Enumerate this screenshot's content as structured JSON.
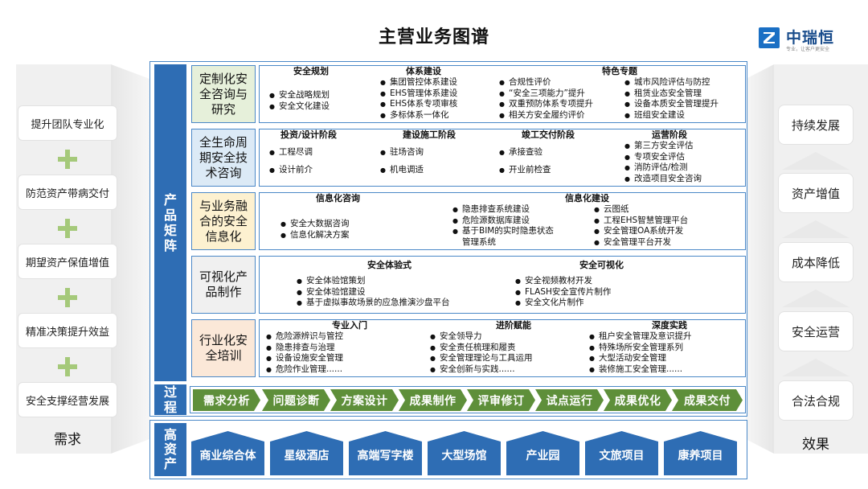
{
  "title": "主营业务图谱",
  "logo": {
    "name": "中瑞恒",
    "slogan": "专业，让客户更安全",
    "brand_color": "#1a6fc4"
  },
  "left_panel": {
    "items": [
      "提升团队专业化",
      "防范资产带病交付",
      "期望资产保值增值",
      "精准决策提升效益",
      "安全支撑经营发展"
    ],
    "caption": "需求",
    "plus_color": "#a5c97a"
  },
  "right_panel": {
    "items": [
      "持续发展",
      "资产增值",
      "成本降低",
      "安全运营",
      "合法合规"
    ],
    "caption": "效果"
  },
  "matrix_label": "产品矩阵",
  "process_label": "过程",
  "asset_label": "高资产",
  "rows": [
    {
      "category": "定制化安全咨询与研究",
      "sections": [
        {
          "heading": "安全规划",
          "items": [
            "安全战略规划",
            "安全文化建设"
          ]
        },
        {
          "heading": "体系建设",
          "items": [
            "集团管控体系建设",
            "EHS管理体系建设",
            "EHS体系专项审核",
            "多标体系一体化"
          ]
        },
        {
          "heading": "特色专题",
          "items": []
        },
        {
          "heading": "",
          "items": [
            "合规性评价",
            "“安全三项能力”提升",
            "双重预防体系专项提升",
            "相关方安全履约评价"
          ]
        },
        {
          "heading": "",
          "items": [
            "城市风险评估与防控",
            "租赁业态安全管理",
            "设备本质安全管理提升",
            "班组安全建设"
          ]
        }
      ]
    },
    {
      "category": "全生命周期安全技术咨询",
      "sections": [
        {
          "heading": "投资/设计阶段",
          "items": [
            "工程尽调",
            "设计前介"
          ]
        },
        {
          "heading": "建设施工阶段",
          "items": [
            "驻场咨询",
            "机电调适"
          ]
        },
        {
          "heading": "竣工交付阶段",
          "items": [
            "承接查验",
            "开业前检查"
          ]
        },
        {
          "heading": "运营阶段",
          "items": [
            "第三方安全评估",
            "专项安全评估",
            "消防评估/检测",
            "改造项目安全咨询"
          ]
        }
      ]
    },
    {
      "category": "与业务融合的安全信息化",
      "sections": [
        {
          "heading": "信息化咨询",
          "items": [
            "安全大数据咨询",
            "信息化解决方案"
          ]
        },
        {
          "heading": "信息化建设",
          "items": []
        },
        {
          "heading": "",
          "items": [
            "隐患排查系统建设",
            "危险源数据库建设",
            "基于BIM的实时隐患状态",
            "管理系统"
          ]
        },
        {
          "heading": "",
          "items": [
            "云图纸",
            "工程EHS智慧管理平台",
            "安全管理OA系统开发",
            "安全管理平台开发"
          ]
        }
      ]
    },
    {
      "category": "可视化产品制作",
      "sections": [
        {
          "heading": "安全体验式",
          "items": [
            "安全体验馆策划",
            "安全体验馆建设",
            "基于虚拟事故场景的应急推演沙盘平台"
          ]
        },
        {
          "heading": "安全可视化",
          "items": [
            "安全视频教材开发",
            "FLASH安全宣传片制作",
            "安全文化片制作"
          ]
        }
      ]
    },
    {
      "category": "行业化安全培训",
      "sections": [
        {
          "heading": "专业入门",
          "items": [
            "危险源辨识与管控",
            "隐患排查与治理",
            "设备设施安全管理",
            "危险作业管理......"
          ]
        },
        {
          "heading": "进阶赋能",
          "items": [
            "安全领导力",
            "安全责任梳理和履责",
            "安全管理理论与工具运用",
            "安全创新与实践......"
          ]
        },
        {
          "heading": "深度实践",
          "items": [
            "租户安全管理及意识提升",
            "特殊场所安全管理系列",
            "大型活动安全管理",
            "装修施工安全管理......"
          ]
        }
      ]
    }
  ],
  "process_steps": [
    "需求分析",
    "问题诊断",
    "方案设计",
    "成果制作",
    "评审修订",
    "试点运行",
    "成果优化",
    "成果交付"
  ],
  "assets": [
    "商业综合体",
    "星级酒店",
    "高端写字楼",
    "大型场馆",
    "产业园",
    "文旅项目",
    "康养项目"
  ],
  "colors": {
    "primary_blue": "#2e6db4",
    "process_green": "#5e8f3a",
    "border_blue": "#4a88c7"
  }
}
